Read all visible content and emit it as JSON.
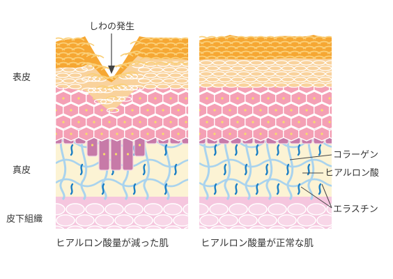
{
  "layers": {
    "epidermis": "表皮",
    "dermis": "真皮",
    "subcutaneous": "皮下組織"
  },
  "callout": "しわの発生",
  "legend": {
    "collagen": "コラーゲン",
    "hyaluronic": "ヒアルロン酸",
    "elastin": "エラスチン"
  },
  "captions": {
    "left": "ヒアルロン酸量が減った肌",
    "right": "ヒアルロン酸量が正常な肌"
  },
  "colors": {
    "corneum": "#f6a733",
    "corneum_light": "#fad07a",
    "granular": "#f9d29c",
    "spinous": "#f4a0b5",
    "spinous_stroke": "#ffffff",
    "basal": "#c77aa8",
    "basal_stroke": "#f2d6e6",
    "dermis": "#fcf3d4",
    "collagen": "#a9d3ee",
    "hyaluronic": "#1a7ec4",
    "subcutaneous": "#f5c6de",
    "nucleus": "#f7dd6b"
  }
}
